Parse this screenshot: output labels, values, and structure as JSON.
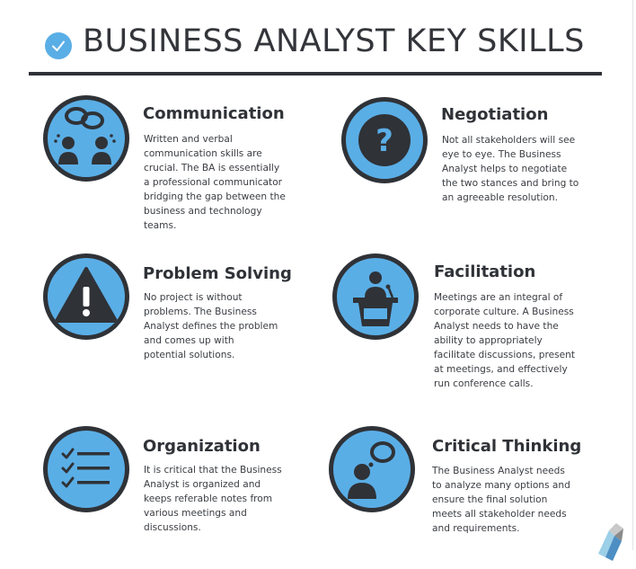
{
  "header": {
    "title": "BUSINESS ANALYST KEY SKILLS"
  },
  "skills": [
    {
      "title": "Communication",
      "icon": "people-speech-bubbles-icon",
      "lines": [
        "Written and verbal",
        "communication skills are",
        "crucial. The BA is essentially",
        "a professional communicator",
        "bridging the gap between the",
        "business and technology",
        "teams."
      ]
    },
    {
      "title": "Negotiation",
      "icon": "question-mark-icon",
      "lines": [
        "Not all stakeholders will see",
        "eye to eye. The Business",
        "Analyst helps to negotiate",
        "the two stances and bring to",
        "an agreeable resolution."
      ]
    },
    {
      "title": "Problem Solving",
      "icon": "warning-triangle-icon",
      "lines": [
        "No project is without",
        "problems. The Business",
        "Analyst defines the problem",
        "and comes up with",
        "potential solutions."
      ]
    },
    {
      "title": "Facilitation",
      "icon": "speaker-podium-icon",
      "lines": [
        "Meetings are an integral of",
        "corporate culture. A Business",
        "Analyst needs to have the",
        "ability to appropriately",
        "facilitate discussions, present",
        "at meetings, and effectively",
        "run conference calls."
      ]
    },
    {
      "title": "Organization",
      "icon": "checklist-icon",
      "lines": [
        "It is critical that the Business",
        "Analyst is organized and",
        "keeps referable notes from",
        "various meetings and",
        "discussions."
      ]
    },
    {
      "title": "Critical Thinking",
      "icon": "thinking-person-icon",
      "lines": [
        "The Business Analyst needs",
        "to analyze many options and",
        "ensure the final solution",
        "meets all stakeholder needs",
        "and requirements."
      ]
    }
  ],
  "colors": {
    "accent": "#5aaee6",
    "dark": "#2f3237",
    "background": "#ffffff"
  }
}
